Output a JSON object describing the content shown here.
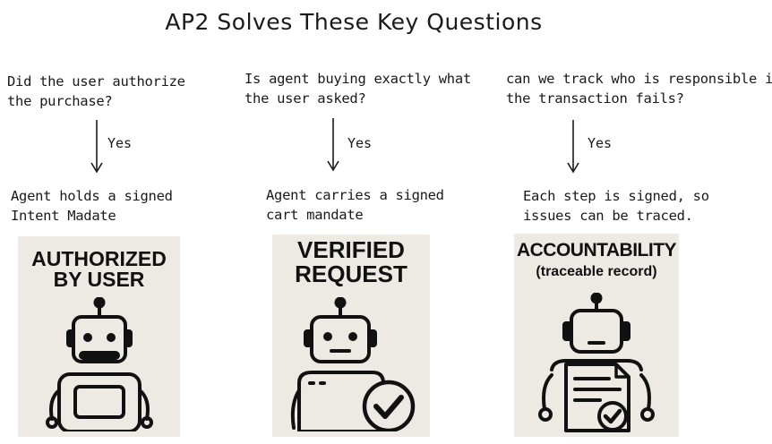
{
  "title": "AP2 Solves These Key Questions",
  "columns": [
    {
      "question_lines": [
        "Did the user authorize",
        "the purchase?"
      ],
      "arrow_label": "Yes",
      "answer_lines": [
        "Agent holds a signed",
        "Intent Madate"
      ],
      "card_heading_lines": [
        "AUTHORIZED",
        "BY USER"
      ],
      "card_subheading": "",
      "robot_icon": "robot-monitor-icon"
    },
    {
      "question_lines": [
        "Is agent buying exactly what",
        "the user asked?"
      ],
      "arrow_label": "Yes",
      "answer_lines": [
        "Agent carries a signed",
        "cart mandate"
      ],
      "card_heading_lines": [
        "VERIFIED",
        "REQUEST"
      ],
      "card_subheading": "",
      "robot_icon": "robot-check-icon"
    },
    {
      "question_lines": [
        "can we track who is responsible if",
        "the transaction fails?"
      ],
      "arrow_label": "Yes",
      "answer_lines": [
        "Each step is signed, so",
        "issues can be traced."
      ],
      "card_heading_lines": [
        "ACCOUNTABILITY"
      ],
      "card_subheading": "(traceable record)",
      "robot_icon": "robot-document-icon"
    }
  ],
  "colors": {
    "card_background": "#ede9e3",
    "ink": "#1a1a1a"
  }
}
